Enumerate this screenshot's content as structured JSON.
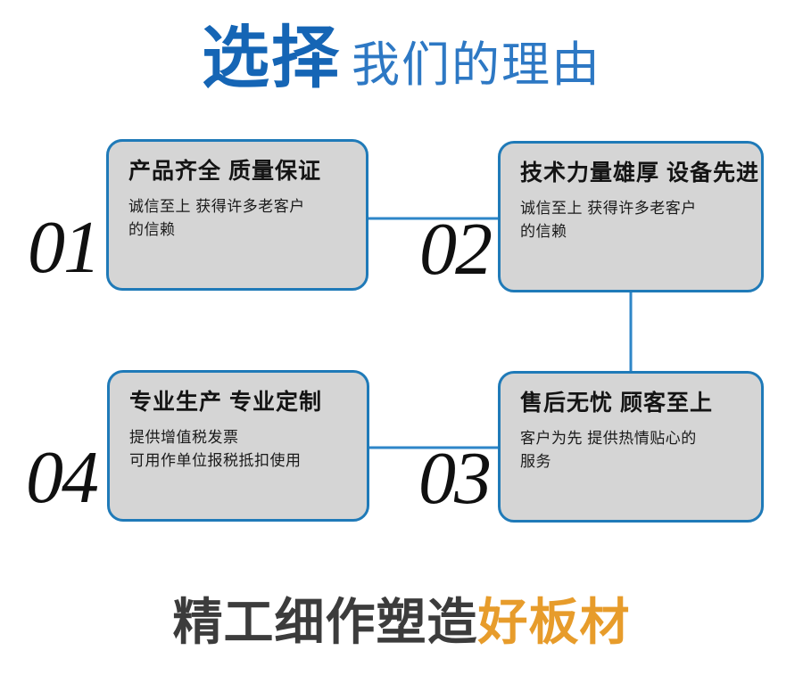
{
  "header": {
    "strong_text": "选择",
    "light_text": "我们的理由",
    "strong_color": "#1565b5",
    "light_color": "#2d78c4"
  },
  "cards": [
    {
      "index": "01",
      "title": "产品齐全 质量保证",
      "body_lines": [
        "诚信至上 获得许多老客户",
        "的信赖"
      ]
    },
    {
      "index": "02",
      "title": "技术力量雄厚 设备先进",
      "body_lines": [
        "诚信至上 获得许多老客户",
        "的信赖"
      ]
    },
    {
      "index": "03",
      "title": "售后无忧 顾客至上",
      "body_lines": [
        "客户为先 提供热情贴心的",
        "服务"
      ]
    },
    {
      "index": "04",
      "title": "专业生产 专业定制",
      "body_lines": [
        "提供增值税发票",
        "可用作单位报税抵扣使用"
      ]
    }
  ],
  "connectors": {
    "line_color": "#2e86c8",
    "segments": [
      {
        "name": "card01-to-card02",
        "orientation": "horizontal"
      },
      {
        "name": "card02-to-card03",
        "orientation": "vertical"
      },
      {
        "name": "card04-to-card03",
        "orientation": "horizontal"
      }
    ]
  },
  "tagline": {
    "dark_text": "精工细作塑造",
    "accent_text": "好板材",
    "dark_color": "#3c3c3c",
    "accent_color": "#e79c2b"
  },
  "theme": {
    "card_background": "#d5d5d5",
    "card_border": "#1f7ab8",
    "page_background": "#ffffff"
  }
}
